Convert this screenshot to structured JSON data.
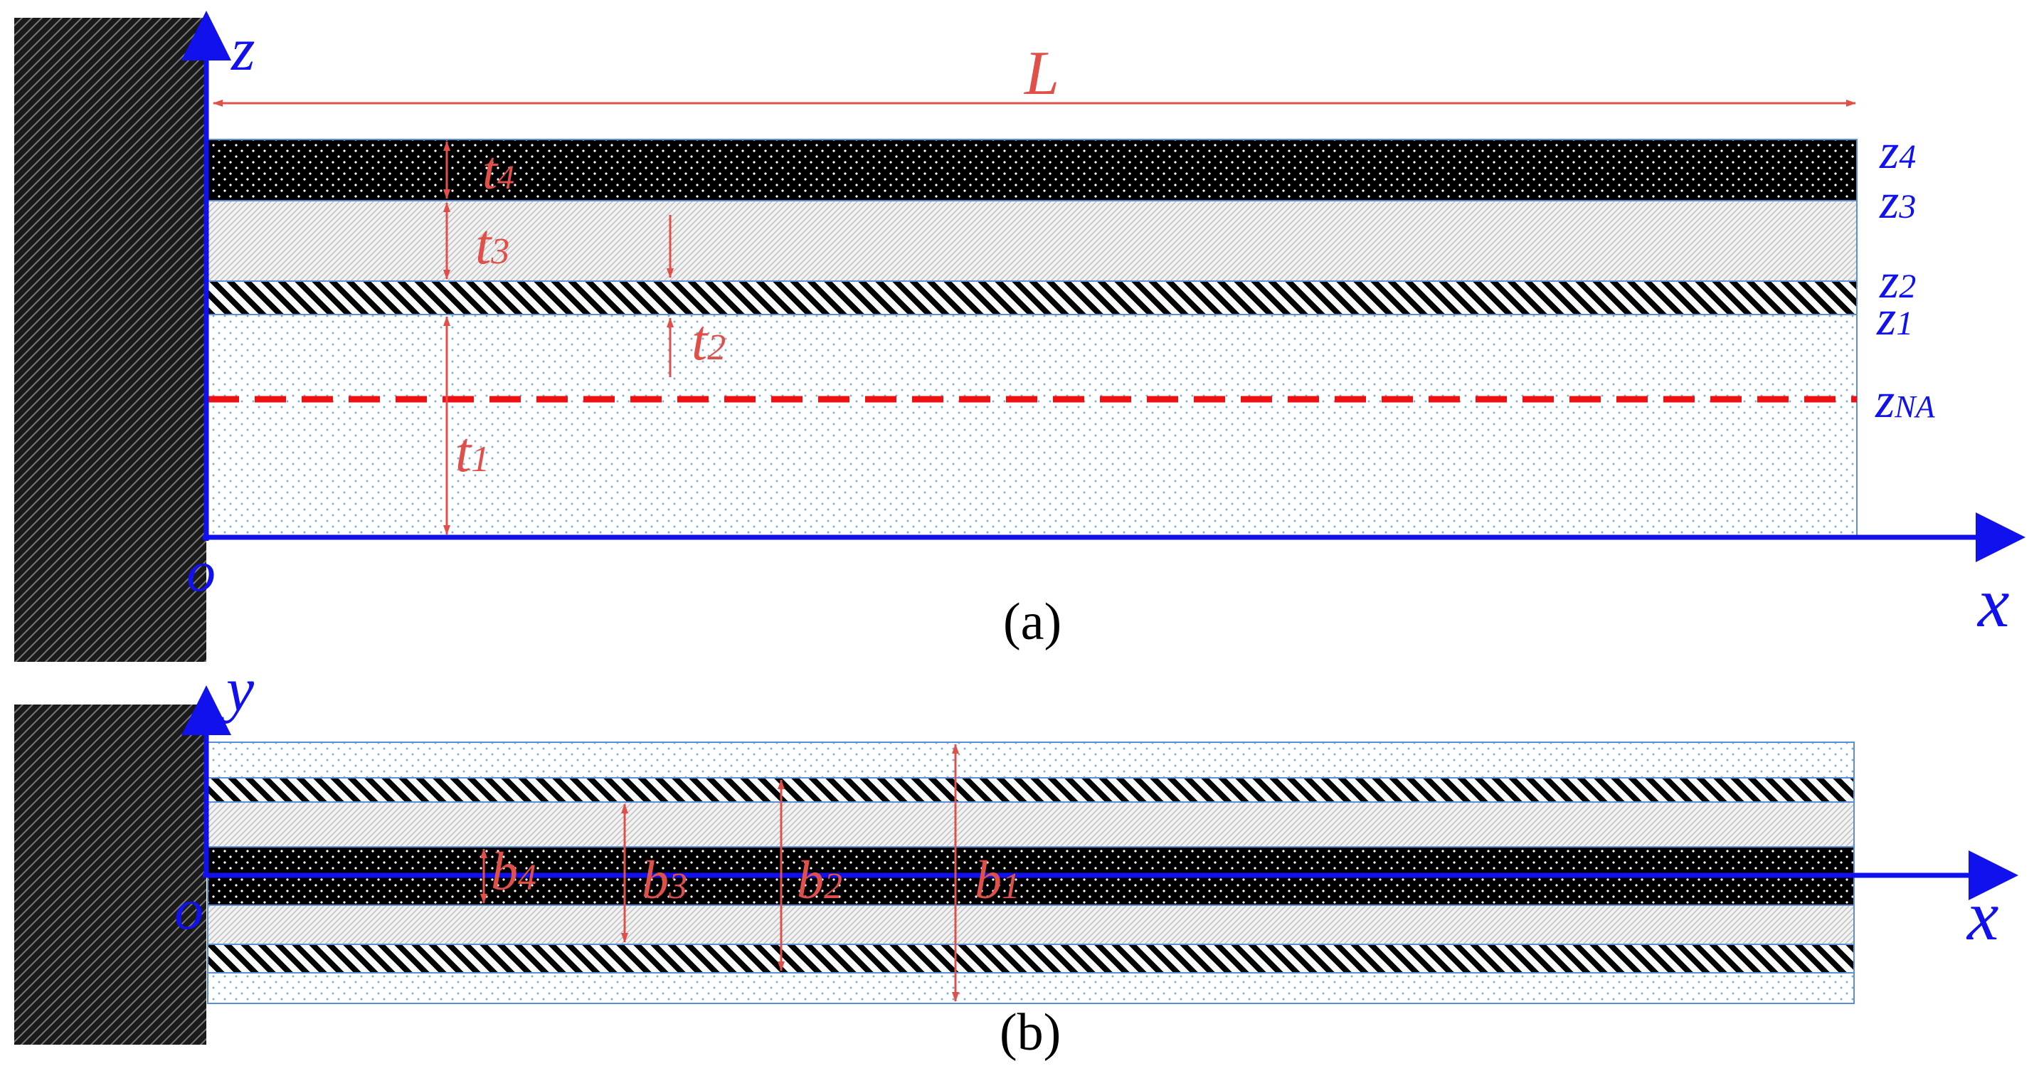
{
  "colors": {
    "axis": "#1111ee",
    "dimension": "#e0504a",
    "neutral_axis": "#ee1111",
    "layer_outline": "#5b8fd6",
    "layer1_dots": "#7fb0e0",
    "layer3_hatch": "#bcbcbc",
    "support": "#1a1a1a"
  },
  "panel_a": {
    "caption": "(a)",
    "axis_z": "z",
    "axis_x": "x",
    "origin": "o",
    "length_label": "L",
    "interfaces": {
      "z4": {
        "base": "z",
        "sub": "4"
      },
      "z3": {
        "base": "z",
        "sub": "3"
      },
      "z2": {
        "base": "z",
        "sub": "2"
      },
      "z1": {
        "base": "z",
        "sub": "1"
      },
      "zNA": {
        "base": "z",
        "sub": "NA"
      }
    },
    "thickness": {
      "t4": {
        "base": "t",
        "sub": "4"
      },
      "t3": {
        "base": "t",
        "sub": "3"
      },
      "t2": {
        "base": "t",
        "sub": "2"
      },
      "t1": {
        "base": "t",
        "sub": "1"
      }
    }
  },
  "panel_b": {
    "caption": "(b)",
    "axis_y": "y",
    "axis_x": "x",
    "origin": "o",
    "widths": {
      "b4": {
        "base": "b",
        "sub": "4"
      },
      "b3": {
        "base": "b",
        "sub": "3"
      },
      "b2": {
        "base": "b",
        "sub": "2"
      },
      "b1": {
        "base": "b",
        "sub": "1"
      }
    }
  }
}
